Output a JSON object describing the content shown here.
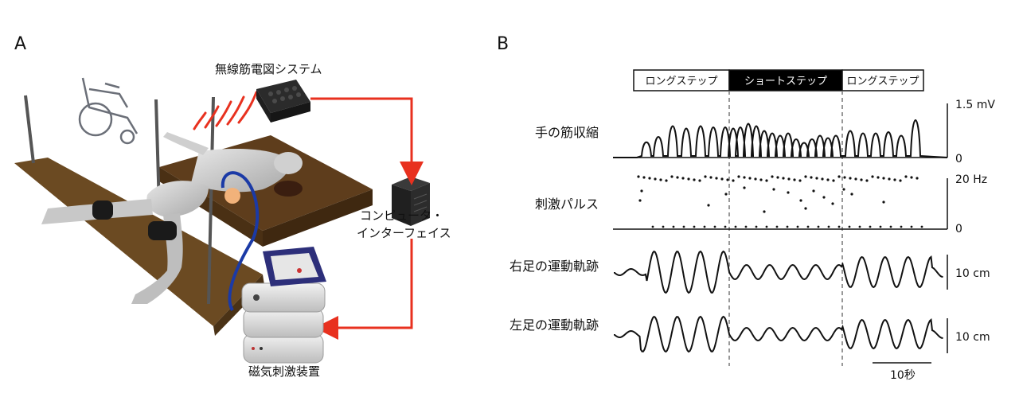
{
  "panel_a": {
    "label": "A",
    "emg_system_label": "無線筋電図システム",
    "computer_label_line1": "コンピュータ・",
    "computer_label_line2": "インターフェイス",
    "stimulator_label": "磁気刺激装置"
  },
  "panel_b": {
    "label": "B",
    "phases": [
      "ロングステップ",
      "ショートステップ",
      "ロングステップ"
    ],
    "rows": [
      {
        "label": "手の筋収縮",
        "scale_top": "1.5 mV",
        "scale_bottom": "0"
      },
      {
        "label": "刺激パルス",
        "scale_top": "20 Hz",
        "scale_bottom": "0"
      },
      {
        "label": "右足の運動軌跡",
        "scale": "10 cm"
      },
      {
        "label": "左足の運動軌跡",
        "scale": "10 cm"
      }
    ],
    "time_scale": "10秒"
  },
  "colors": {
    "arrow": "#e8311f",
    "cable": "#1b3aa6",
    "platform": "#6b4a22",
    "bed": "#5a3a1a"
  }
}
